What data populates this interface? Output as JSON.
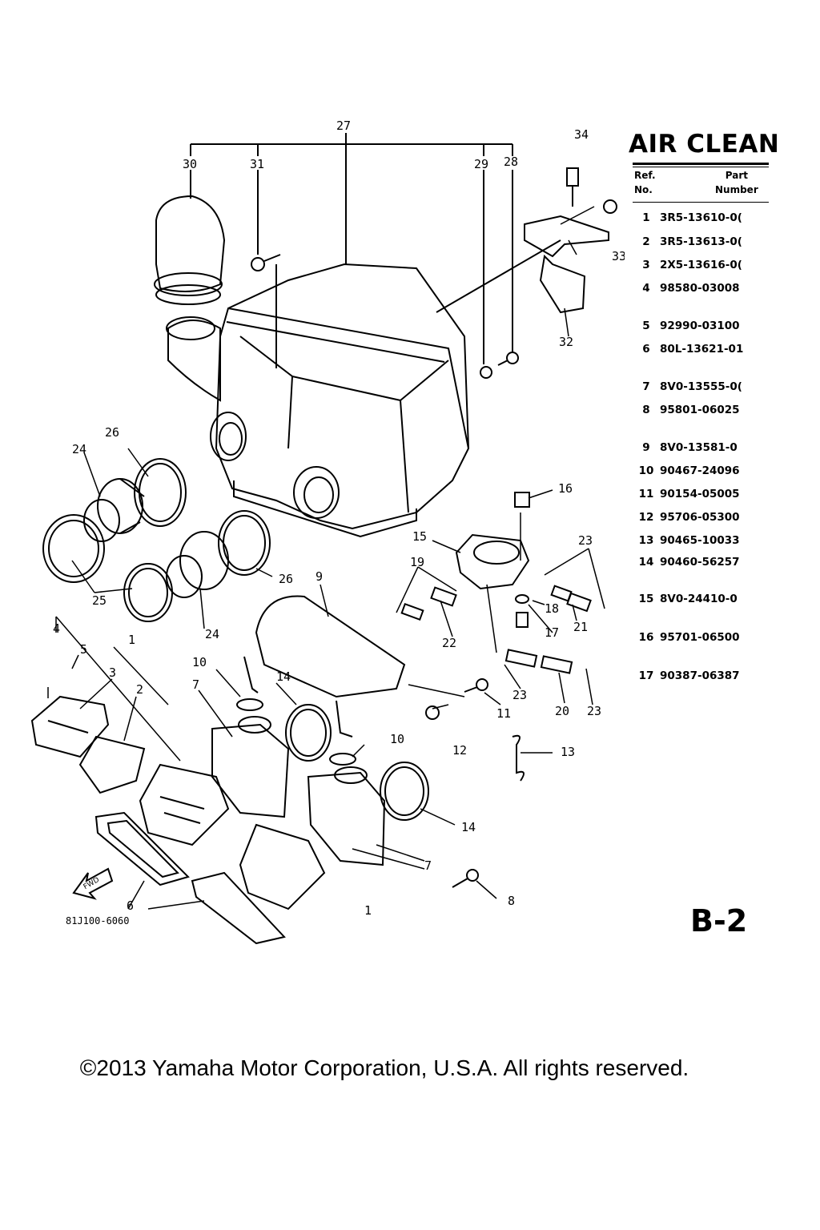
{
  "title": "AIR CLEAN",
  "table": {
    "header_ref": [
      "Ref.",
      "No."
    ],
    "header_part": [
      "Part",
      "Number"
    ],
    "rows": [
      {
        "ref": "1",
        "part": "3R5-13610-0("
      },
      {
        "ref": "2",
        "part": "3R5-13613-0("
      },
      {
        "ref": "3",
        "part": "2X5-13616-0("
      },
      {
        "ref": "4",
        "part": "98580-03008"
      },
      {
        "ref": "5",
        "part": "92990-03100"
      },
      {
        "ref": "6",
        "part": "80L-13621-01"
      },
      {
        "ref": "7",
        "part": "8V0-13555-0("
      },
      {
        "ref": "8",
        "part": "95801-06025"
      },
      {
        "ref": "9",
        "part": "8V0-13581-0"
      },
      {
        "ref": "10",
        "part": "90467-24096"
      },
      {
        "ref": "11",
        "part": "90154-05005"
      },
      {
        "ref": "12",
        "part": "95706-05300"
      },
      {
        "ref": "13",
        "part": "90465-10033"
      },
      {
        "ref": "14",
        "part": "90460-56257"
      },
      {
        "ref": "15",
        "part": "8V0-24410-0"
      },
      {
        "ref": "16",
        "part": "95701-06500"
      },
      {
        "ref": "17",
        "part": "90387-06387"
      }
    ]
  },
  "callouts": [
    "1",
    "2",
    "3",
    "4",
    "5",
    "6",
    "7",
    "8",
    "9",
    "10",
    "11",
    "12",
    "13",
    "14",
    "15",
    "16",
    "17",
    "18",
    "19",
    "20",
    "21",
    "22",
    "23",
    "24",
    "25",
    "26",
    "27",
    "28",
    "29",
    "30",
    "31",
    "32",
    "33",
    "34"
  ],
  "fwd_label": "FWD",
  "diagram_code": "81J100-6060",
  "page_code": "B-2",
  "copyright": "©2013 Yamaha Motor Corporation, U.S.A. All rights reserved."
}
